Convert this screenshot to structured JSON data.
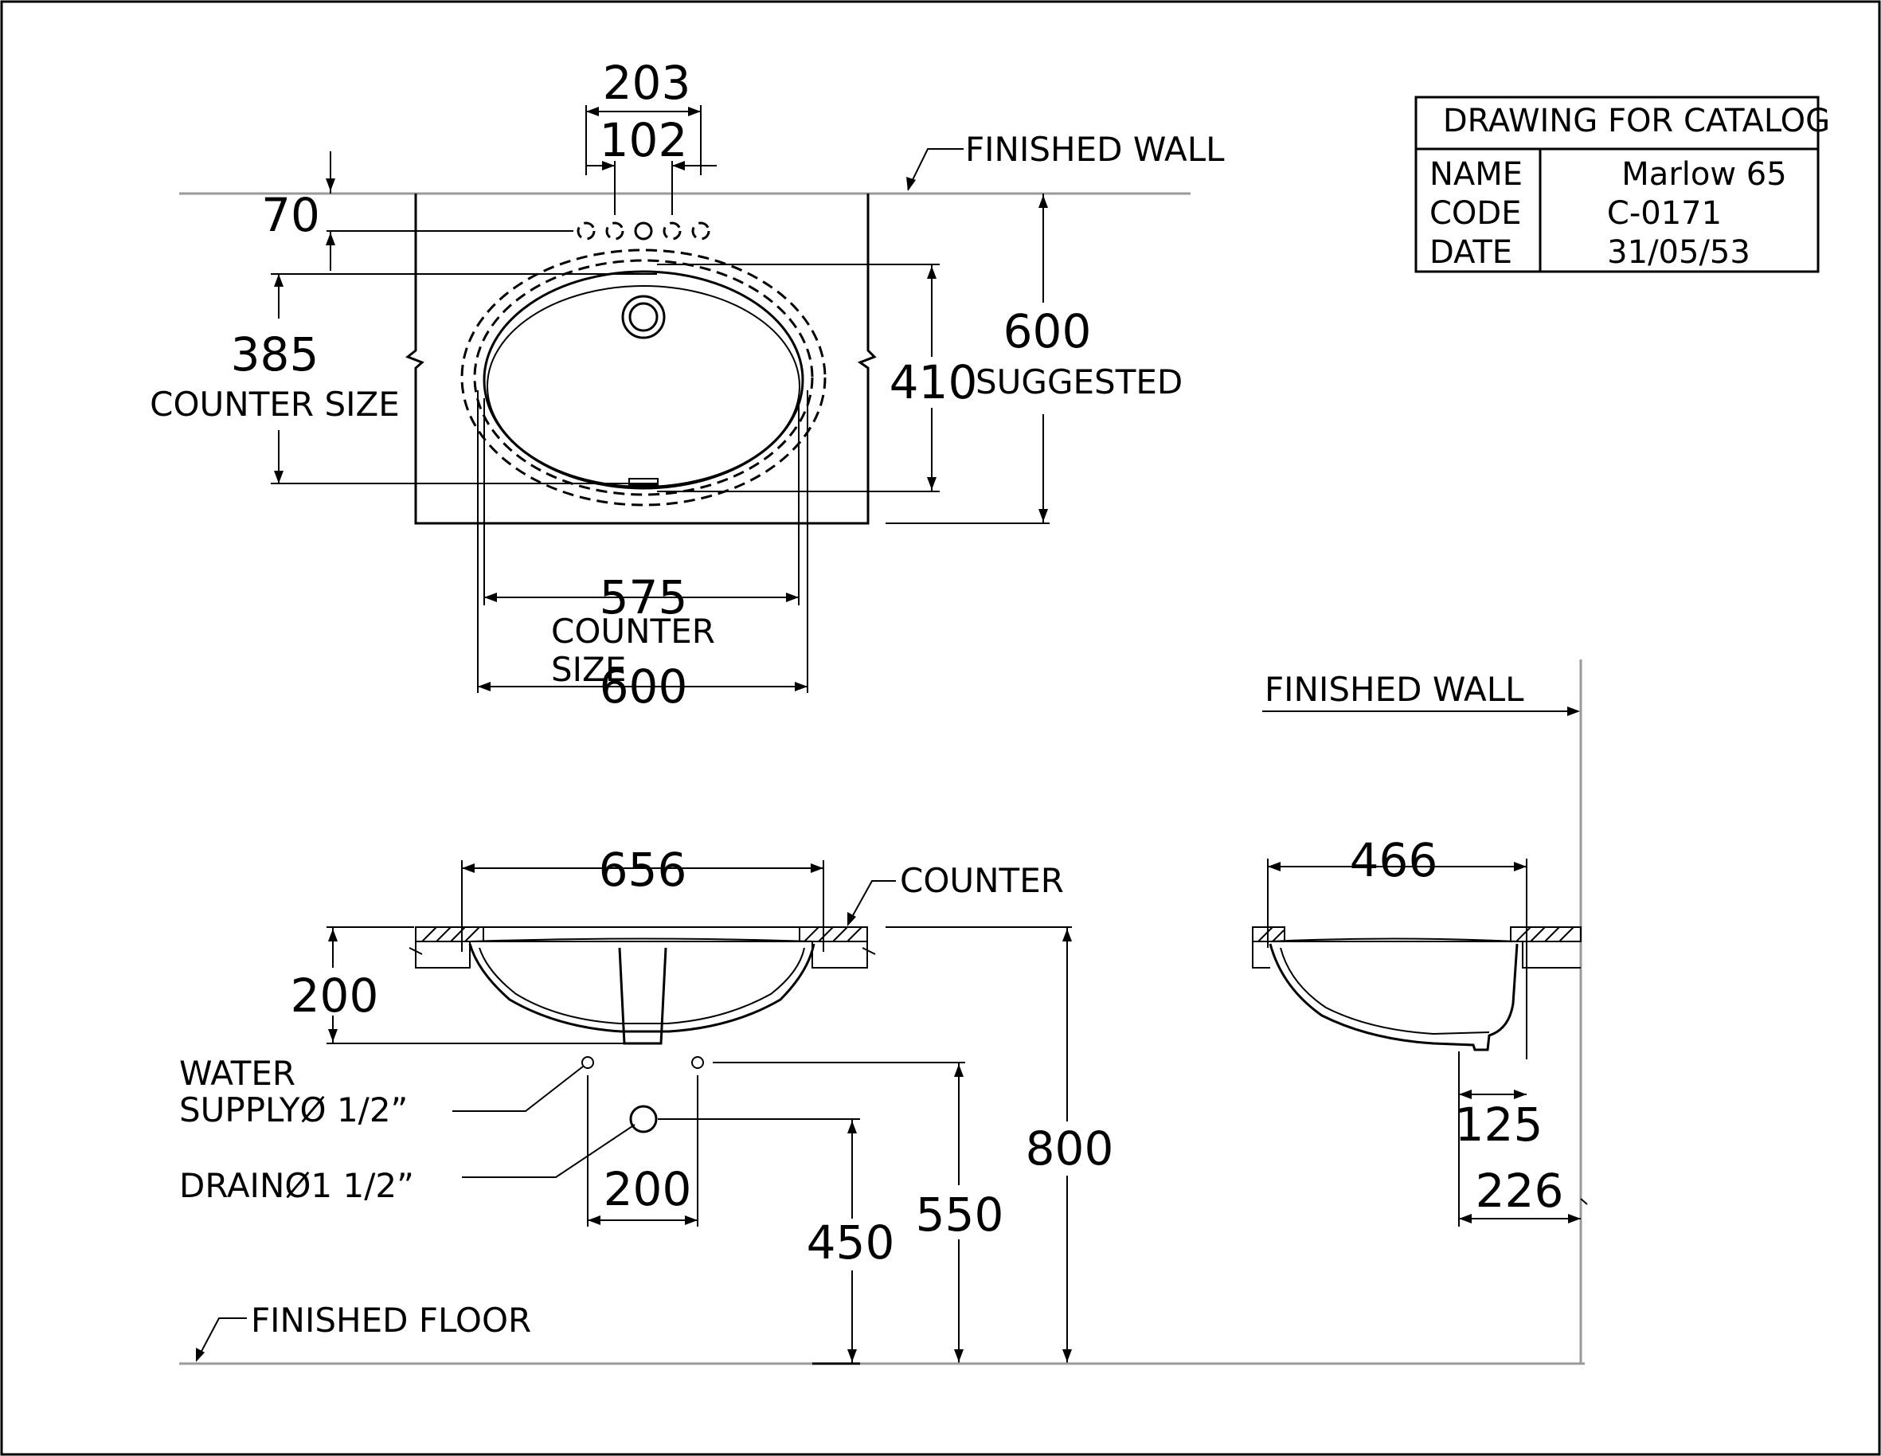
{
  "title_block": {
    "heading": "DRAWING FOR CATALOG",
    "rows": [
      {
        "label": "NAME",
        "value": "Marlow 65"
      },
      {
        "label": "CODE",
        "value": "C-0171"
      },
      {
        "label": "DATE",
        "value": "31/05/53"
      }
    ]
  },
  "plan_view": {
    "dim_203": "203",
    "dim_102": "102",
    "dim_70": "70",
    "dim_385": "385",
    "counter_size_label": "COUNTER SIZE",
    "dim_410": "410",
    "dim_600_right": "600",
    "suggested_label": "SUGGESTED",
    "dim_575": "575",
    "counter_label": "COUNTER",
    "size_label": "SIZE",
    "dim_600_bottom": "600",
    "finished_wall_label": "FINISHED WALL"
  },
  "front_view": {
    "dim_656": "656",
    "counter_label": "COUNTER",
    "dim_200_left": "200",
    "water_label": "WATER",
    "supply_label": "SUPPLYØ 1/2”",
    "drain_label": "DRAINØ1 1/2”",
    "dim_200_bottom": "200",
    "dim_450": "450",
    "dim_550": "550",
    "dim_800": "800",
    "finished_floor_label": "FINISHED FLOOR"
  },
  "side_view": {
    "finished_wall_label": "FINISHED WALL",
    "dim_466": "466",
    "dim_125": "125",
    "dim_226": "226"
  }
}
